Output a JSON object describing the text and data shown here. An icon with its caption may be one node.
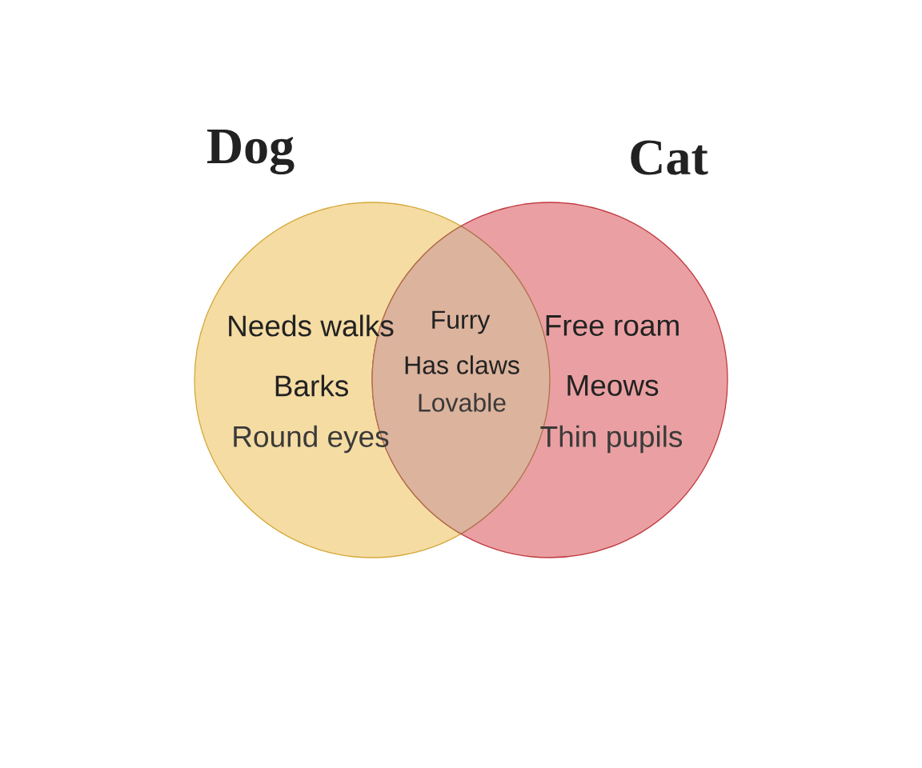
{
  "diagram": {
    "nodes": [
      {
        "text": [
          "Dog",
          "Needs walks",
          "Barks",
          "Round eyes"
        ]
      },
      {
        "text": [
          "Cat",
          "Free roam",
          "Meows",
          "Thin pupils"
        ]
      }
    ],
    "labels": [
      "Furry",
      "Has claws",
      "Lovable"
    ]
  }
}
